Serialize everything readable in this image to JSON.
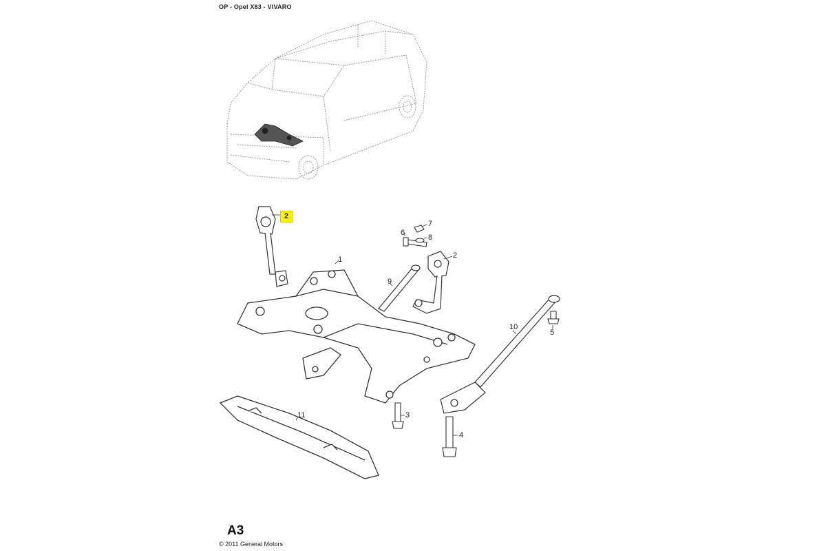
{
  "header": {
    "title": "OP - Opel X83 - VIVARO"
  },
  "callouts": [
    {
      "id": "2a",
      "label": "2",
      "highlighted": true
    },
    {
      "id": "7",
      "label": "7"
    },
    {
      "id": "6",
      "label": "6"
    },
    {
      "id": "8",
      "label": "8"
    },
    {
      "id": "1",
      "label": "1"
    },
    {
      "id": "2b",
      "label": "2"
    },
    {
      "id": "9",
      "label": "9"
    },
    {
      "id": "10",
      "label": "10"
    },
    {
      "id": "5",
      "label": "5"
    },
    {
      "id": "11",
      "label": "11"
    },
    {
      "id": "3",
      "label": "3"
    },
    {
      "id": "4",
      "label": "4"
    }
  ],
  "footer": {
    "section_code": "A3",
    "copyright": "© 2011 General Motors"
  },
  "colors": {
    "line": "#333333",
    "highlight": "#fff200",
    "van_outline": "#9a9a9a"
  }
}
